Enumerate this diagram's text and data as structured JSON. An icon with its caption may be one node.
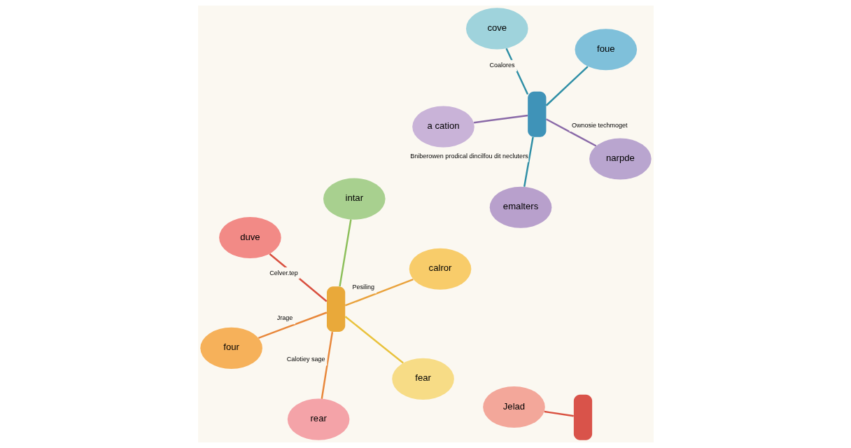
{
  "diagram": {
    "nodes": [
      {
        "text": [
          "four"
        ]
      },
      {
        "text": [
          "fear"
        ]
      },
      {
        "text": [
          "Jelad"
        ]
      },
      {
        "text": [
          "a cation"
        ]
      },
      {
        "text": [
          "narpde"
        ]
      },
      {
        "text": [
          "rear"
        ]
      },
      {
        "text": [
          "duve"
        ]
      },
      {
        "text": [
          "emalters"
        ]
      },
      {
        "text": [
          "calror"
        ]
      },
      {
        "text": [
          "intar"
        ]
      },
      {
        "text": [
          "cove"
        ]
      },
      {
        "text": [
          "foue"
        ]
      },
      {
        "text": [],
        "shape": "person"
      },
      {
        "text": [],
        "shape": "person"
      },
      {
        "text": [],
        "shape": "person"
      }
    ],
    "edges": [
      {
        "from": 12,
        "to": 0,
        "arrow": "none",
        "label": "Jrage",
        "color": "#e8873a"
      },
      {
        "from": 12,
        "to": 1,
        "arrow": "none",
        "color": "#e9c23c"
      },
      {
        "from": 13,
        "to": 2,
        "arrow": "none",
        "color": "#d9503f"
      },
      {
        "from": 14,
        "to": 3,
        "arrow": "none",
        "color": "#8a6aa8"
      },
      {
        "from": 14,
        "to": 4,
        "arrow": "none",
        "label": "Ownosie techmoget",
        "color": "#8a6aa8"
      },
      {
        "from": 12,
        "to": 5,
        "arrow": "none",
        "label": "Calotiey sage",
        "color": "#e8873a"
      },
      {
        "from": 12,
        "to": 6,
        "arrow": "none",
        "label": "Celver.tep",
        "color": "#d9503f"
      },
      {
        "from": 14,
        "to": 7,
        "arrow": "none",
        "label": "Bniberowen prodical dincilfou dit necluters",
        "color": "#2f8fa6"
      },
      {
        "from": 12,
        "to": 8,
        "arrow": "none",
        "label": "Pesiling",
        "color": "#e9a23c"
      },
      {
        "from": 12,
        "to": 9,
        "arrow": "none",
        "color": "#8cbf5a"
      },
      {
        "from": 14,
        "to": 10,
        "arrow": "none",
        "label": "Coalores",
        "color": "#2f8fa6"
      },
      {
        "from": 14,
        "to": 11,
        "arrow": "none",
        "color": "#2f8fa6"
      }
    ]
  }
}
